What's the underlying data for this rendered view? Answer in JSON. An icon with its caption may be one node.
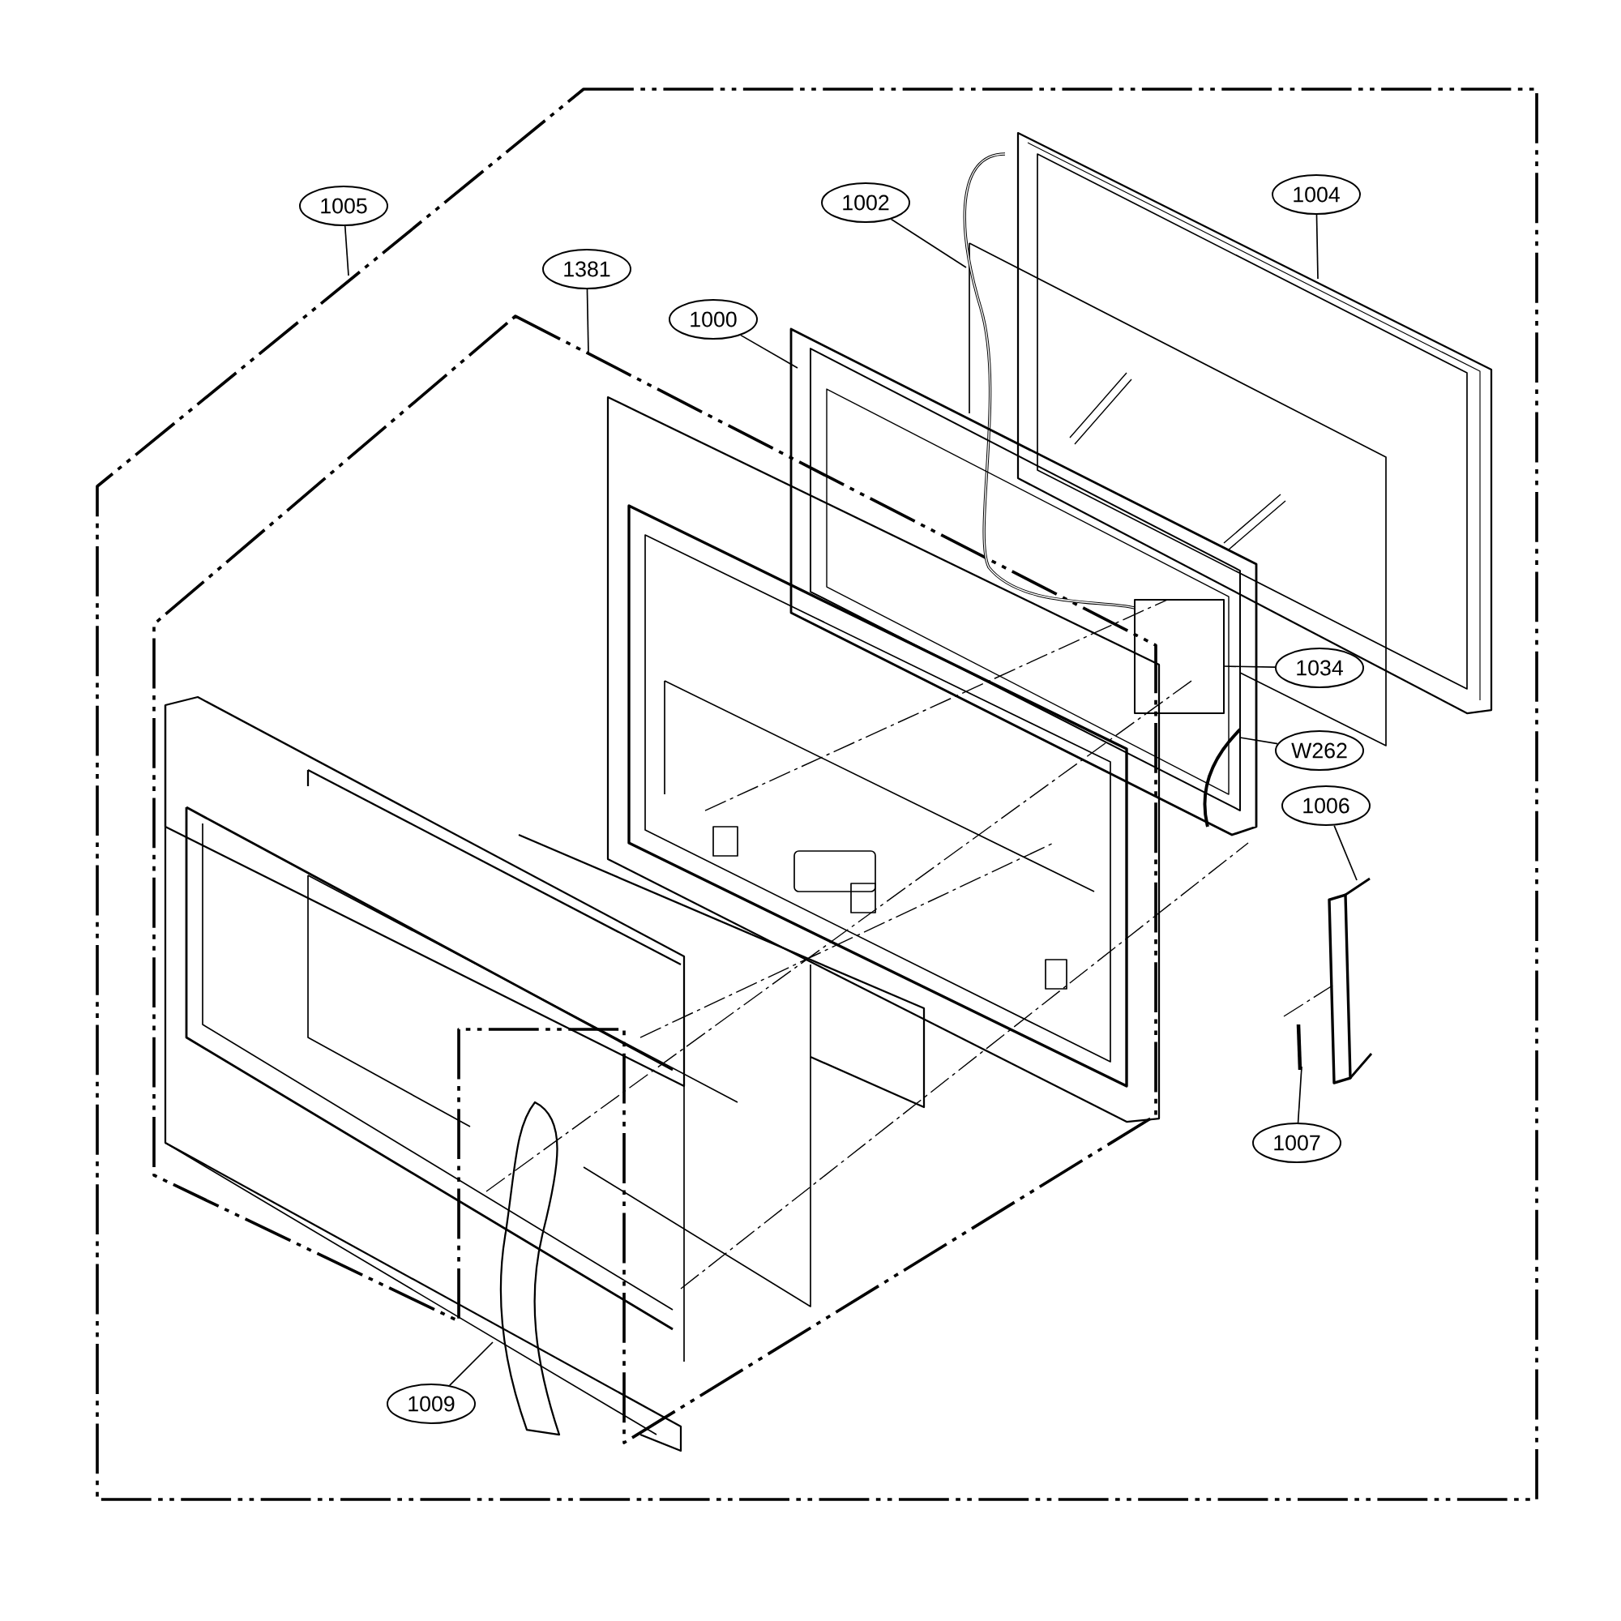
{
  "diagram": {
    "nodes": [
      {
        "text": [
          "1005"
        ]
      },
      {
        "text": [
          "1381"
        ]
      },
      {
        "text": [
          "1000"
        ]
      },
      {
        "text": [
          "1002"
        ]
      },
      {
        "text": [
          "1004"
        ]
      },
      {
        "text": [
          "1034"
        ]
      },
      {
        "text": [
          "W262"
        ]
      },
      {
        "text": [
          "1006"
        ]
      },
      {
        "text": [
          "1007"
        ]
      },
      {
        "text": [
          "1009"
        ]
      }
    ],
    "edges": [
      {
        "from": 0,
        "to": null,
        "arrow": "none"
      },
      {
        "from": 1,
        "to": null,
        "arrow": "none"
      },
      {
        "from": 2,
        "to": null,
        "arrow": "none"
      },
      {
        "from": 3,
        "to": null,
        "arrow": "none"
      },
      {
        "from": 4,
        "to": null,
        "arrow": "none"
      },
      {
        "from": 5,
        "to": null,
        "arrow": "none"
      },
      {
        "from": 6,
        "to": null,
        "arrow": "none"
      },
      {
        "from": 7,
        "to": null,
        "arrow": "none"
      },
      {
        "from": 8,
        "to": null,
        "arrow": "none"
      },
      {
        "from": 9,
        "to": null,
        "arrow": "none"
      }
    ]
  }
}
